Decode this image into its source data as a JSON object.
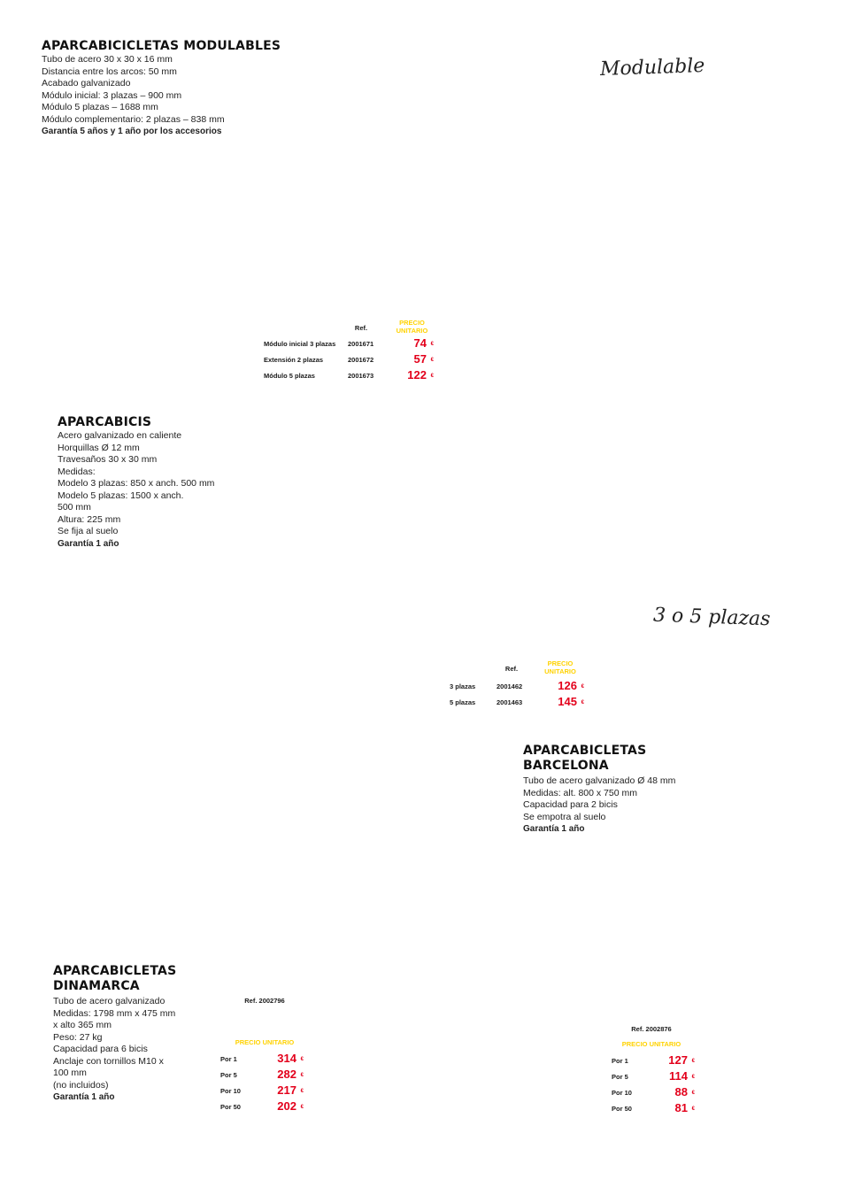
{
  "products": [
    {
      "title": [
        "APARCABICICLETAS MODULABLES"
      ],
      "lines": [
        "Tubo de acero 30 x 30 x 16 mm",
        "Distancia entre los arcos: 50 mm",
        "Acabado galvanizado",
        "Módulo inicial: 3 plazas – 900 mm",
        "Módulo 5 plazas – 1688 mm",
        "Módulo complementario: 2 plazas – 838 mm"
      ],
      "guarantee": "Garantía 5 años y 1 año por los accesorios"
    },
    {
      "title": [
        "APARCABICIS"
      ],
      "lines": [
        "Acero galvanizado en caliente",
        "Horquillas Ø 12 mm",
        "Travesaños 30 x 30 mm",
        "Medidas:",
        "Modelo 3 plazas: 850 x anch. 500 mm",
        "Modelo 5 plazas: 1500 x anch.",
        "500 mm",
        "Altura: 225 mm",
        "Se fija al suelo"
      ],
      "guarantee": "Garantía 1 año"
    },
    {
      "title": [
        "APARCABICLETAS",
        "BARCELONA"
      ],
      "lines": [
        "Tubo de acero galvanizado Ø 48 mm",
        "Medidas: alt. 800 x 750 mm",
        "Capacidad para 2 bicis",
        "Se empotra al suelo"
      ],
      "guarantee": "Garantía 1 año"
    },
    {
      "title": [
        "APARCABICLETAS",
        "DINAMARCA"
      ],
      "lines": [
        "Tubo de acero galvanizado",
        "Medidas: 1798 mm x 475 mm",
        "x alto 365 mm",
        "Peso: 27 kg",
        "Capacidad para 6 bicis",
        "Anclaje con tornillos M10 x",
        "100 mm",
        "(no incluidos)"
      ],
      "guarantee": "Garantía 1 año"
    }
  ],
  "scripts": [
    "Modulable",
    "3 o 5 plazas"
  ],
  "tables": [
    {
      "ref_header": "Ref.",
      "price_header": [
        "PRECIO",
        "UNITARIO"
      ],
      "currency": "€",
      "rows": [
        {
          "label": "Módulo inicial 3 plazas",
          "ref": "2001671",
          "price": "74"
        },
        {
          "label": "Extensión 2 plazas",
          "ref": "2001672",
          "price": "57"
        },
        {
          "label": "Módulo 5 plazas",
          "ref": "2001673",
          "price": "122"
        }
      ]
    },
    {
      "ref_header": "Ref.",
      "price_header": [
        "PRECIO",
        "UNITARIO"
      ],
      "currency": "€",
      "rows": [
        {
          "label": "3 plazas",
          "ref": "2001462",
          "price": "126"
        },
        {
          "label": "5 plazas",
          "ref": "2001463",
          "price": "145"
        }
      ]
    },
    {
      "ref_header": "Ref. 2002796",
      "price_header": [
        "PRECIO UNITARIO"
      ],
      "currency": "€",
      "rows": [
        {
          "label": "Por 1",
          "price": "314"
        },
        {
          "label": "Por 5",
          "price": "282"
        },
        {
          "label": "Por 10",
          "price": "217"
        },
        {
          "label": "Por 50",
          "price": "202"
        }
      ]
    },
    {
      "ref_header": "Ref. 2002876",
      "price_header": [
        "PRECIO UNITARIO"
      ],
      "currency": "€",
      "rows": [
        {
          "label": "Por 1",
          "price": "127"
        },
        {
          "label": "Por 5",
          "price": "114"
        },
        {
          "label": "Por 10",
          "price": "88"
        },
        {
          "label": "Por 50",
          "price": "81"
        }
      ]
    }
  ],
  "colors": {
    "price": "#e3001b",
    "header_yellow": "#ffd200",
    "text": "#222222"
  }
}
